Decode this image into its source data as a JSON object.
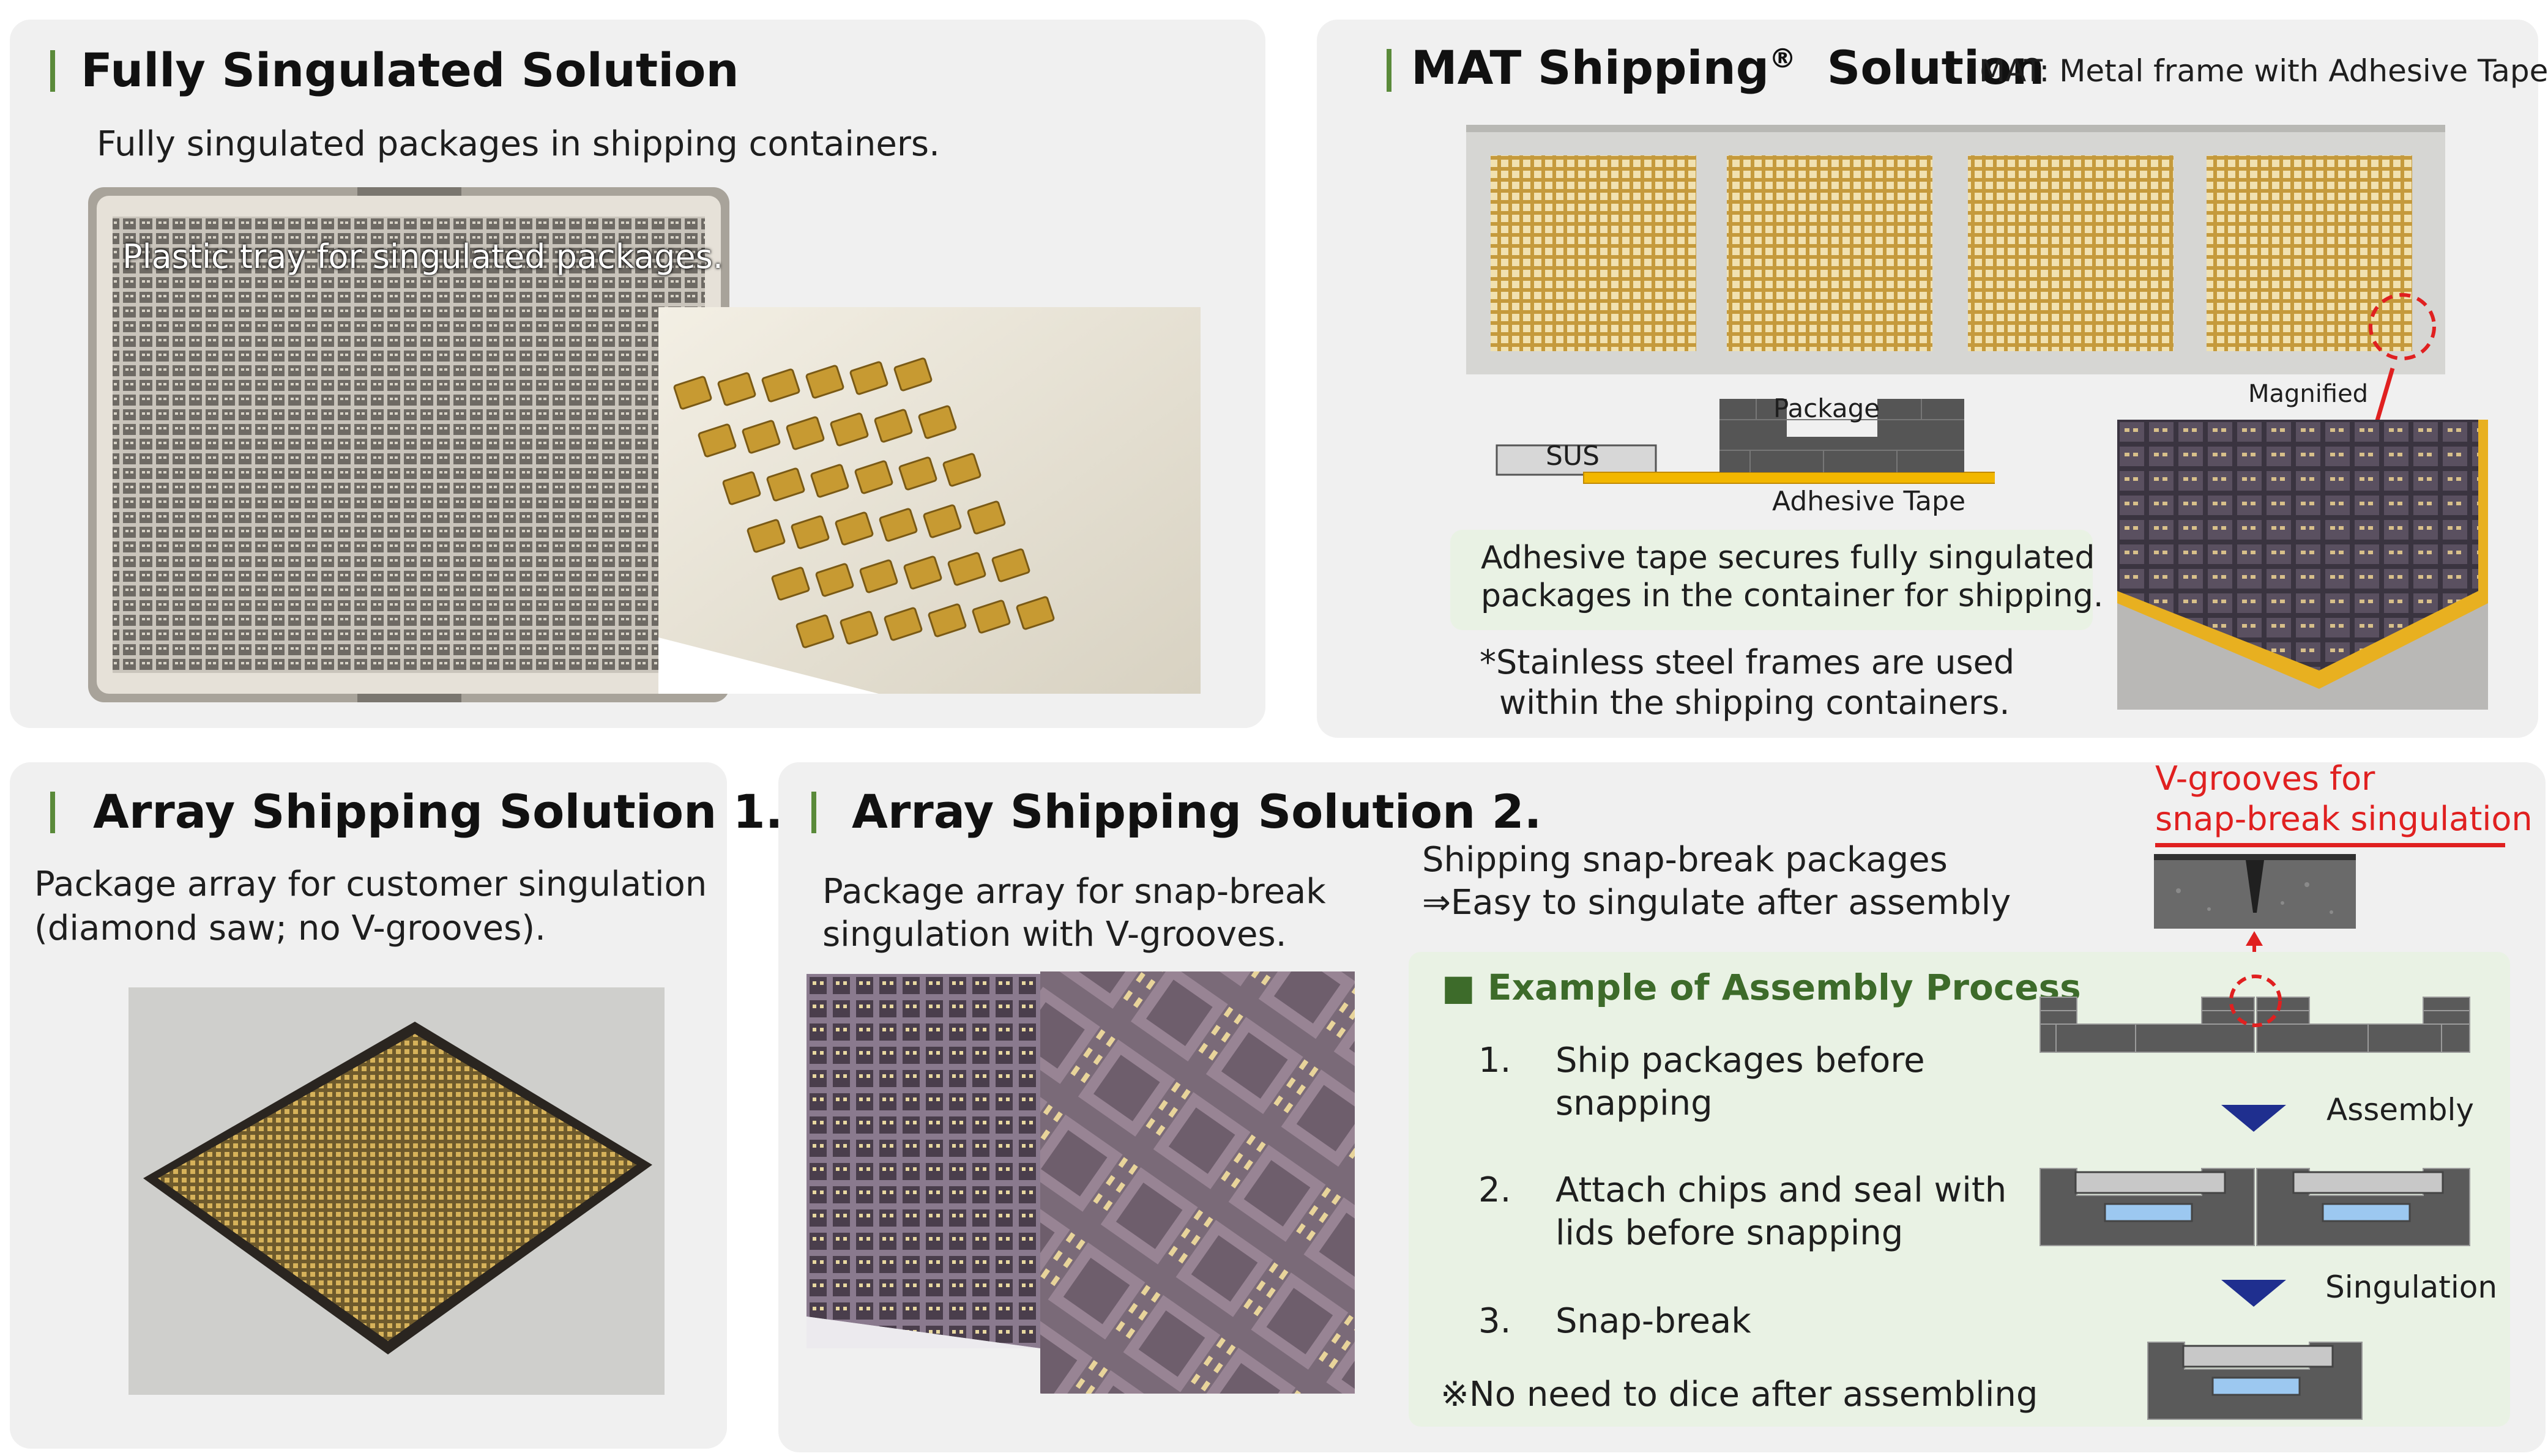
{
  "panel1": {
    "title": "Fully Singulated Solution",
    "subtitle": "Fully singulated packages in shipping containers.",
    "tray_caption": "Plastic tray for singulated packages."
  },
  "panel2": {
    "title": "MAT Shipping",
    "title_mark": "®",
    "title_tail": "Solution",
    "definition": "MAT: Metal frame with Adhesive Tape",
    "magnified_label": "Magnified",
    "diagram": {
      "sus_label": "SUS",
      "package_label": "Package",
      "tape_label": "Adhesive Tape"
    },
    "note_line1": "Adhesive tape secures fully singulated",
    "note_line2": "packages in the container for shipping.",
    "footnote_line1": "*Stainless steel frames are used",
    "footnote_line2": "within the shipping containers."
  },
  "panel3": {
    "title": "Array Shipping Solution 1.",
    "desc_line1": "Package array for customer singulation",
    "desc_line2": "(diamond saw; no V-grooves)."
  },
  "panel4": {
    "title": "Array Shipping Solution 2.",
    "desc_line1": "Package array for snap-break",
    "desc_line2": "singulation with V-grooves.",
    "shipping_line1": "Shipping snap-break packages",
    "shipping_line2": "⇒Easy to singulate after assembly",
    "vgroove_line1": "V-grooves for",
    "vgroove_line2": "snap-break singulation",
    "process_title": "■ Example of Assembly Process",
    "steps": [
      {
        "num": "1.",
        "line1": "Ship packages before",
        "line2": "snapping"
      },
      {
        "num": "2.",
        "line1": "Attach chips and seal with",
        "line2": "lids before snapping"
      },
      {
        "num": "3.",
        "line1": "Snap-break",
        "line2": ""
      }
    ],
    "note": "※No need to dice after assembling",
    "assembly_label": "Assembly",
    "singulation_label": "Singulation"
  },
  "colors": {
    "accent_bar": "#5a8a3a",
    "process_title": "#3d6b2a",
    "red": "#e02020",
    "gold": "#c9a23a",
    "tape": "#f2b700"
  }
}
